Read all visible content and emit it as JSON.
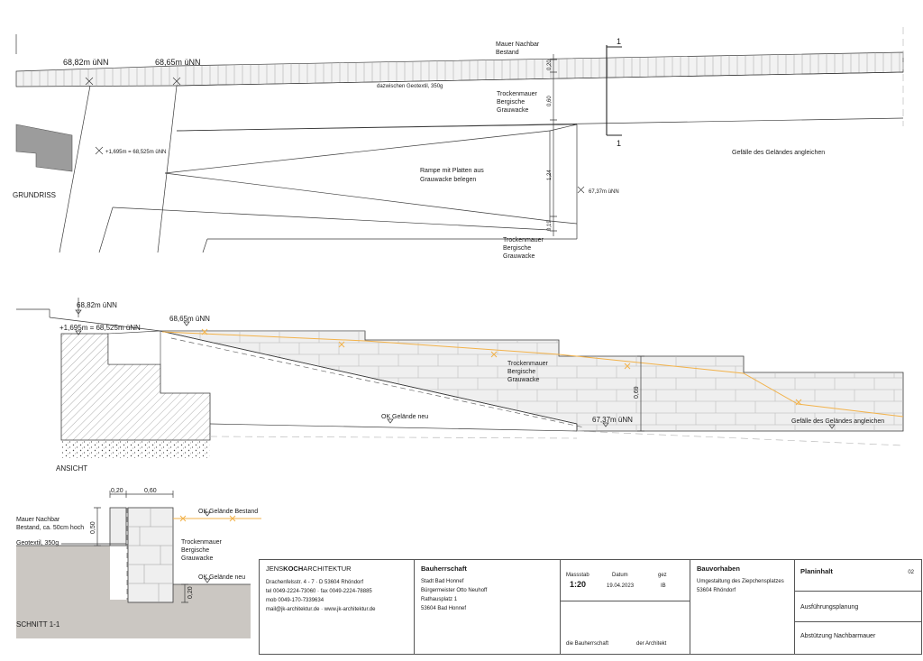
{
  "plan": {
    "level_neighbour_wall": "68,82m üNN",
    "level_ramp_top": "68,65m üNN",
    "level_ramp_bottom": "67,37m üNN",
    "level_step": "+1,695m = 68,525m üNN",
    "label_neighbour_wall": [
      "Mauer Nachbar",
      "Bestand"
    ],
    "label_geotextile": "dazwischen Geotextil, 350g",
    "label_drystone_top": [
      "Trockenmauer",
      "Bergische",
      "Grauwacke"
    ],
    "label_drystone_bottom": [
      "Trockenmauer",
      "Bergische",
      "Grauwacke"
    ],
    "label_ramp": [
      "Rampe mit Platten aus",
      "Grauwacke belegen"
    ],
    "label_slope": "Gefälle des Geländes angleichen",
    "label_section_mark": "1",
    "label_view": "GRUNDRISS",
    "dim_020": "0,20",
    "dim_060": "0,60",
    "dim_124": "1,24",
    "dim_019": "0,19"
  },
  "elevation": {
    "level_neighbour": "68,82m üNN",
    "level_step": "+1,695m = 68,525m üNN",
    "level_ramp_top": "68,65m üNN",
    "level_ramp_bottom": "67,37m üNN",
    "label_drystone": [
      "Trockenmauer",
      "Bergische",
      "Grauwacke"
    ],
    "label_ground_new": "OK Gelände neu",
    "label_slope": "Gefälle des Geländes angleichen",
    "dim_069": "0,69",
    "label_view": "ANSICHT"
  },
  "section": {
    "dim_020": "0,20",
    "dim_060": "0,60",
    "dim_050": "0,50",
    "dim_020b": "0,20",
    "label_neighbour_wall": [
      "Mauer Nachbar",
      "Bestand, ca. 50cm hoch"
    ],
    "label_geotextile": "Geotextil, 350g",
    "label_ground_existing": "OK Gelände Bestand",
    "label_drystone": [
      "Trockenmauer",
      "Bergische",
      "Grauwacke"
    ],
    "label_ground_new": "OK Gelände neu",
    "label_view": "SCHNITT 1-1"
  },
  "title_block": {
    "architect_light": "JENS",
    "architect_bold": "KOCH",
    "architect_rest": "ARCHITEKTUR",
    "address_lines": [
      "Drachenfelsstr. 4 - 7 · D 53604 Rhöndorf",
      "tel 0049-2224-73060 · fax 0049-2224-78885",
      "mob 0049-170-7339634",
      "mail@jk-architektur.de · www.jk-architektur.de"
    ],
    "client_header": "Bauherrschaft",
    "client_lines": [
      "Stadt Bad Honnef",
      "Bürgermeister Otto Neuhoff",
      "Rathausplatz 1",
      "53604 Bad Honnef"
    ],
    "scale_label": "Massstab",
    "date_label": "Datum",
    "drawn_label": "gez",
    "scale_value": "1:20",
    "date_value": "19.04.2023",
    "drawn_value": "IB",
    "sign_client": "die Bauherrschaft",
    "sign_architect": "der Architekt",
    "project_header": "Bauvorhaben",
    "project_lines": [
      "Umgestaltung des Ziepchensplatzes",
      "53604 Rhöndorf"
    ],
    "content_header": "Planinhalt",
    "sheet_number": "02",
    "phase": "Ausführungsplanung",
    "content_title": "Abstützung Nachbarmauer"
  },
  "colors": {
    "line": "#3a3a3a",
    "wall_fill": "#e6e6e6",
    "soil_fill": "#cbc7c2",
    "orange": "#f2b24a",
    "building_fill": "#9c9c9c"
  }
}
